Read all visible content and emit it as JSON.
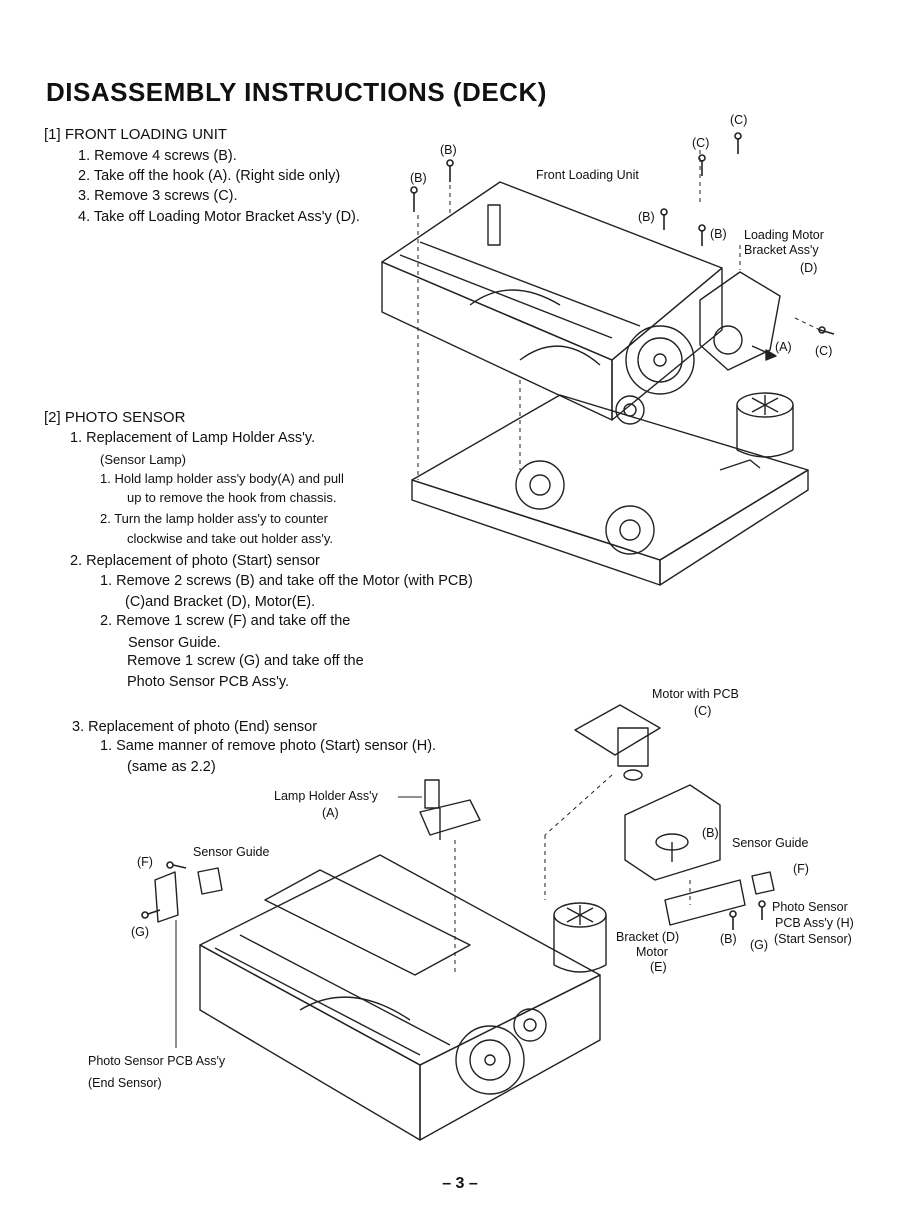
{
  "title": "DISASSEMBLY INSTRUCTIONS (DECK)",
  "section1": {
    "heading": "[1] FRONT LOADING UNIT",
    "steps": [
      "1.  Remove 4 screws (B).",
      "2.  Take off the hook (A). (Right side only)",
      "3.  Remove 3 screws (C).",
      "4.  Take off Loading Motor Bracket Ass'y (D)."
    ]
  },
  "section2": {
    "heading": "[2] PHOTO SENSOR",
    "sub1": "1.  Replacement of Lamp Holder Ass'y.",
    "sub1_note": "(Sensor Lamp)",
    "sub1_steps": [
      "1.  Hold lamp holder ass'y body(A) and pull",
      "up to remove the hook from chassis.",
      "2.  Turn the lamp holder ass'y to counter",
      "clockwise and take out holder ass'y."
    ],
    "sub2": "2.  Replacement of photo (Start) sensor",
    "sub2_steps": [
      "1.  Remove 2 screws (B) and take off the Motor (with PCB)",
      "(C)and Bracket (D), Motor(E).",
      "2.  Remove 1 screw (F) and take off the",
      "Sensor Guide.",
      "Remove 1 screw (G) and take off the",
      "Photo Sensor PCB Ass'y."
    ]
  },
  "section3": {
    "heading": "3.  Replacement of photo (End) sensor",
    "steps": [
      "1.  Same manner of remove photo (Start) sensor (H).",
      "(same as 2.2)"
    ]
  },
  "diagram_top": {
    "b1": "(B)",
    "b2": "(B)",
    "b3": "(B)",
    "b4": "(B)",
    "c1": "(C)",
    "c2": "(C)",
    "c3": "(C)",
    "a": "(A)",
    "front_loading_unit": "Front Loading Unit",
    "loading_motor_1": "Loading Motor",
    "loading_motor_2": "Bracket Ass'y",
    "loading_motor_3": "(D)"
  },
  "diagram_bottom": {
    "lamp_holder": "Lamp Holder Ass'y",
    "lamp_holder_a": "(A)",
    "motor_with_pcb": "Motor with PCB",
    "motor_with_pcb_c": "(C)",
    "sensor_guide_left": "Sensor Guide",
    "f_left": "(F)",
    "g_left": "(G)",
    "b_right1": "(B)",
    "sensor_guide_right": "Sensor Guide",
    "f_right": "(F)",
    "photo_sensor_1": "Photo Sensor",
    "photo_sensor_2": "PCB Ass'y (H)",
    "photo_sensor_3": "(Start Sensor)",
    "bracket": "Bracket (D)",
    "motor": "Motor",
    "motor_e": "(E)",
    "b_right2": "(B)",
    "g_right": "(G)",
    "photo_end_1": "Photo Sensor PCB Ass'y",
    "photo_end_2": "(End Sensor)"
  },
  "page_number": "– 3 –"
}
